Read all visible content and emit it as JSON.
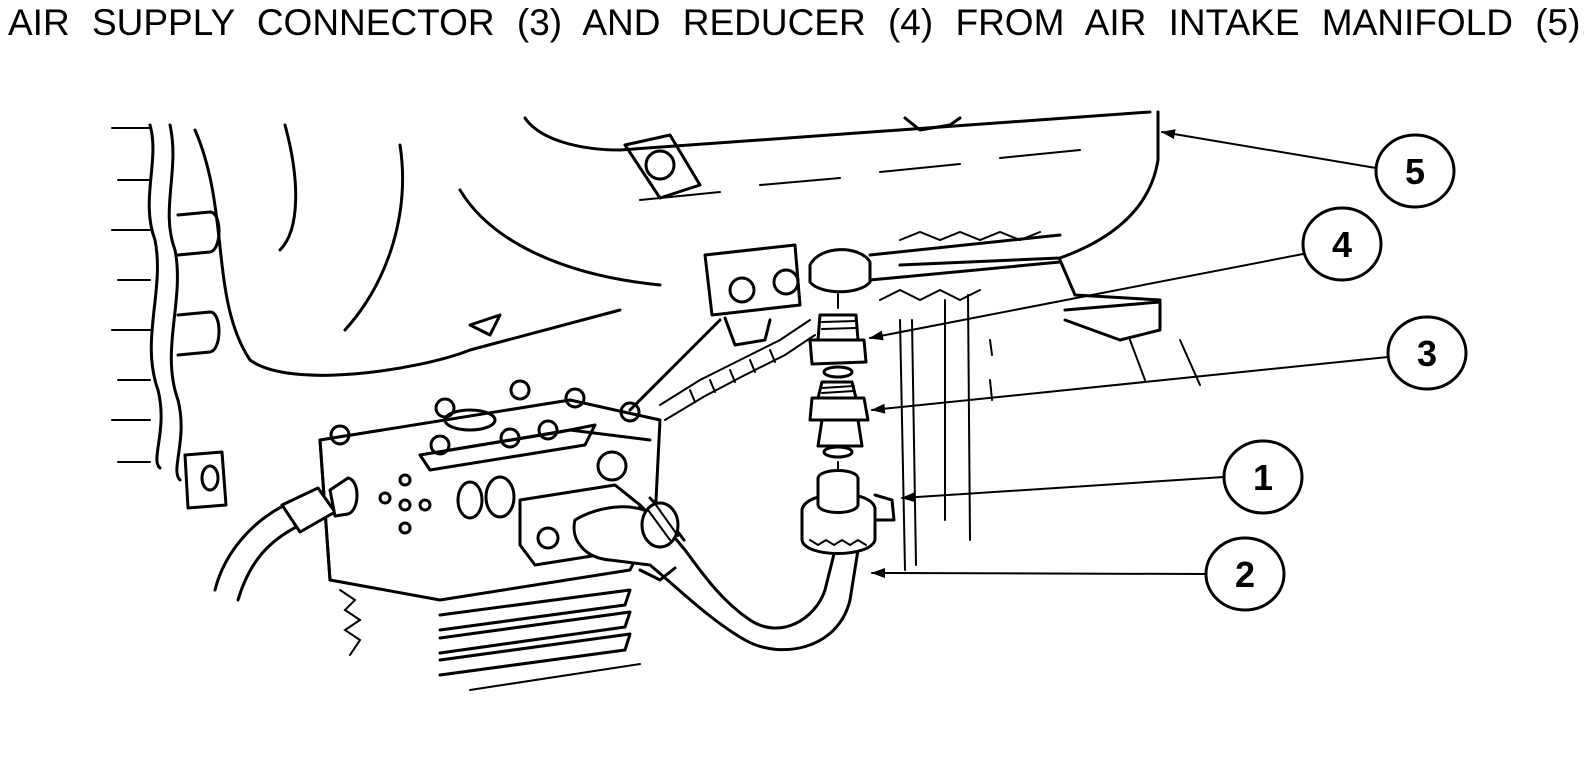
{
  "caption": "AIR SUPPLY CONNECTOR (3) AND REDUCER (4) FROM AIR INTAKE MANIFOLD (5).",
  "callouts": [
    {
      "id": "1",
      "label": "1"
    },
    {
      "id": "2",
      "label": "2"
    },
    {
      "id": "3",
      "label": "3"
    },
    {
      "id": "4",
      "label": "4"
    },
    {
      "id": "5",
      "label": "5"
    }
  ]
}
